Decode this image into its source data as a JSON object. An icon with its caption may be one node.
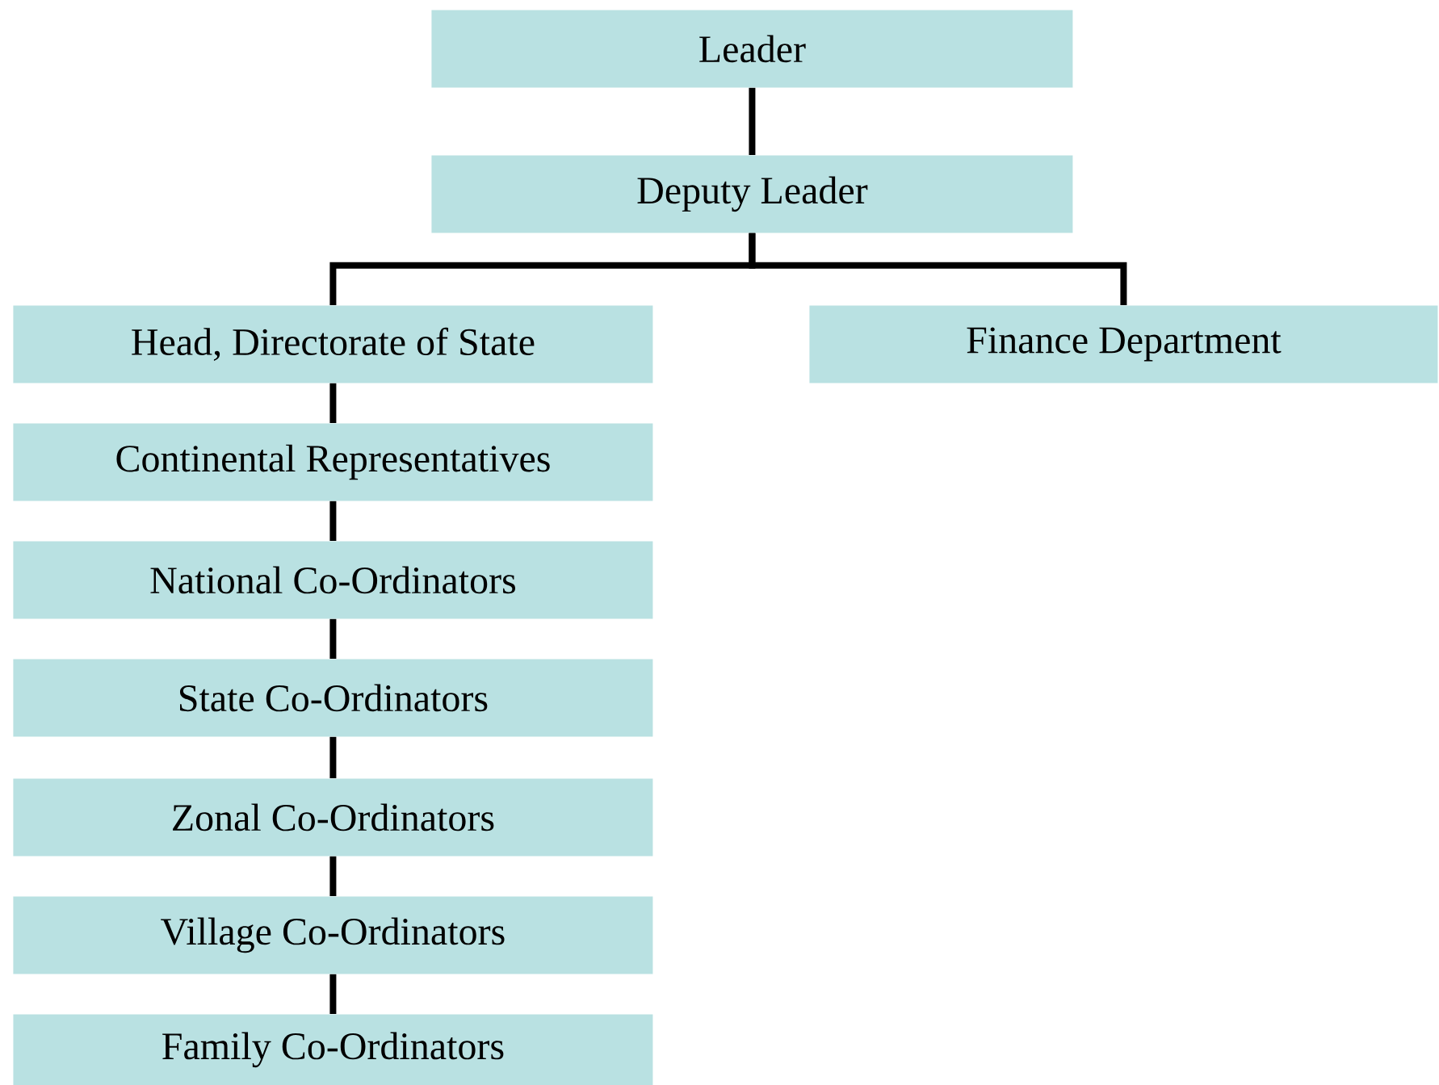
{
  "diagram": {
    "nodes": [
      {
        "text": [
          "Leader"
        ]
      },
      {
        "text": [
          "Deputy Leader"
        ]
      },
      {
        "text": [
          "Head, Directorate of State"
        ]
      },
      {
        "text": [
          "Finance Department"
        ]
      },
      {
        "text": [
          "Continental Representatives"
        ]
      },
      {
        "text": [
          "National Co-Ordinators"
        ]
      },
      {
        "text": [
          "State Co-Ordinators"
        ]
      },
      {
        "text": [
          "Zonal Co-Ordinators"
        ]
      },
      {
        "text": [
          "Village Co-Ordinators"
        ]
      },
      {
        "text": [
          "Family Co-Ordinators"
        ]
      }
    ],
    "edges": [
      {
        "from": 0,
        "to": 1,
        "arrow": "none"
      },
      {
        "from": 1,
        "to": 2,
        "arrow": "none"
      },
      {
        "from": 1,
        "to": 3,
        "arrow": "none"
      },
      {
        "from": 2,
        "to": 4,
        "arrow": "none"
      },
      {
        "from": 4,
        "to": 5,
        "arrow": "none"
      },
      {
        "from": 5,
        "to": 6,
        "arrow": "none"
      },
      {
        "from": 6,
        "to": 7,
        "arrow": "none"
      },
      {
        "from": 7,
        "to": 8,
        "arrow": "none"
      },
      {
        "from": 8,
        "to": 9,
        "arrow": "none"
      }
    ]
  }
}
